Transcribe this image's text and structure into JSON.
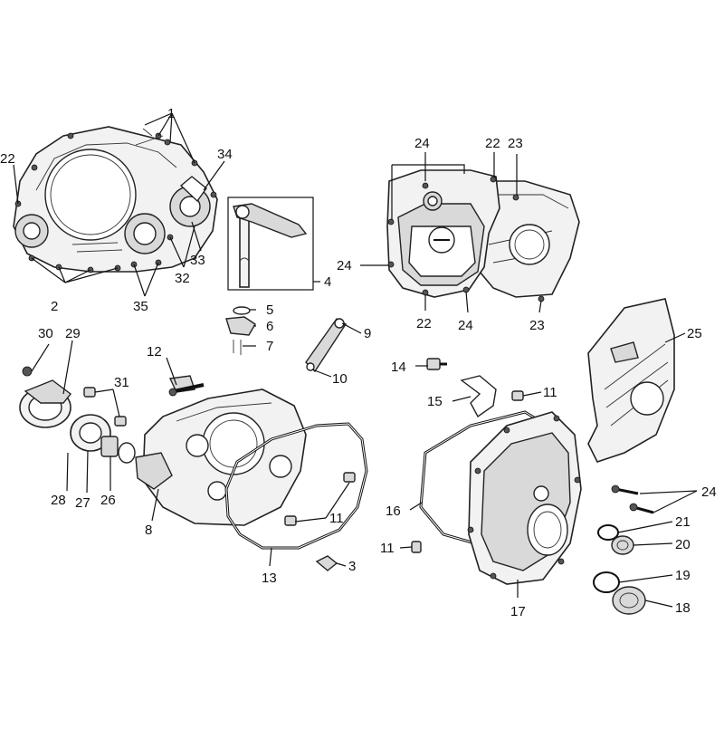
{
  "callouts": [
    {
      "id": "c1",
      "text": "1"
    },
    {
      "id": "c2",
      "text": "2"
    },
    {
      "id": "c22a",
      "text": "22"
    },
    {
      "id": "c34",
      "text": "34"
    },
    {
      "id": "c33",
      "text": "33"
    },
    {
      "id": "c32",
      "text": "32"
    },
    {
      "id": "c35",
      "text": "35"
    },
    {
      "id": "c4",
      "text": "4"
    },
    {
      "id": "c5",
      "text": "5"
    },
    {
      "id": "c6",
      "text": "6"
    },
    {
      "id": "c7",
      "text": "7"
    },
    {
      "id": "c24a",
      "text": "24"
    },
    {
      "id": "c22b",
      "text": "22"
    },
    {
      "id": "c23a",
      "text": "23"
    },
    {
      "id": "c24b",
      "text": "24"
    },
    {
      "id": "c22c",
      "text": "22"
    },
    {
      "id": "c24c",
      "text": "24"
    },
    {
      "id": "c23b",
      "text": "23"
    },
    {
      "id": "c9",
      "text": "9"
    },
    {
      "id": "c10",
      "text": "10"
    },
    {
      "id": "c25",
      "text": "25"
    },
    {
      "id": "c30",
      "text": "30"
    },
    {
      "id": "c29",
      "text": "29"
    },
    {
      "id": "c12",
      "text": "12"
    },
    {
      "id": "c31",
      "text": "31"
    },
    {
      "id": "c14",
      "text": "14"
    },
    {
      "id": "c11a",
      "text": "11"
    },
    {
      "id": "c15",
      "text": "15"
    },
    {
      "id": "c28",
      "text": "28"
    },
    {
      "id": "c27",
      "text": "27"
    },
    {
      "id": "c26",
      "text": "26"
    },
    {
      "id": "c8",
      "text": "8"
    },
    {
      "id": "c11b",
      "text": "11"
    },
    {
      "id": "c16",
      "text": "16"
    },
    {
      "id": "c24d",
      "text": "24"
    },
    {
      "id": "c21",
      "text": "21"
    },
    {
      "id": "c20",
      "text": "20"
    },
    {
      "id": "c11c",
      "text": "11"
    },
    {
      "id": "c13",
      "text": "13"
    },
    {
      "id": "c3",
      "text": "3"
    },
    {
      "id": "c19",
      "text": "19"
    },
    {
      "id": "c18",
      "text": "18"
    },
    {
      "id": "c17",
      "text": "17"
    }
  ]
}
